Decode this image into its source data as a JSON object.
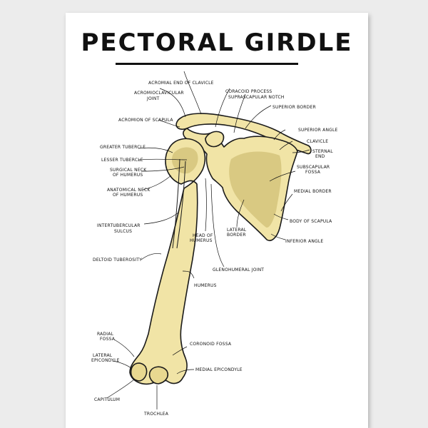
{
  "title": "Pectoral Girdle",
  "colors": {
    "bone": "#f1e4a6",
    "bone_shade": "#d9c982",
    "outline": "#1a1a1a",
    "poster_bg": "#ffffff",
    "wall": "#ececec"
  },
  "labels": {
    "acromial_end": "Acromial end of clavicle",
    "coracoid_process": "Coracoid process",
    "suprascapular_notch": "Suprascapular notch",
    "acromioclavicular_joint_1": "Acromioclavicular",
    "acromioclavicular_joint_2": "Joint",
    "superior_border": "Superior border",
    "acromion": "Acromion of scapula",
    "superior_angle": "Superior angle",
    "clavicle": "Clavicle",
    "sternal_end_1": "Sternal",
    "sternal_end_2": "end",
    "greater_tubercle": "Greater tubercle",
    "lesser_tubercle": "Lesser tubercle",
    "surgical_neck_1": "Surgical neck",
    "surgical_neck_2": "of humerus",
    "subscapular_fossa_1": "Subscapular",
    "subscapular_fossa_2": "fossa",
    "anatomical_neck_1": "Anatomical neck",
    "anatomical_neck_2": "of humerus",
    "medial_border": "Medial border",
    "body_of_scapula": "Body of scapula",
    "intertubercular_1": "Intertubercular",
    "intertubercular_2": "sulcus",
    "lateral_border_1": "Lateral",
    "lateral_border_2": "border",
    "head_of_humerus_1": "Head of",
    "head_of_humerus_2": "humerus",
    "inferior_angle": "Inferior angle",
    "deltoid_tuberosity": "Deltoid tuberosity",
    "glenohumeral_joint": "Glenohumeral joint",
    "humerus": "Humerus",
    "radial_fossa_1": "Radial",
    "radial_fossa_2": "fossa",
    "coronoid_fossa": "Coronoid fossa",
    "lateral_epicondyle_1": "Lateral",
    "lateral_epicondyle_2": "epicondyle",
    "medial_epicondyle": "Medial epicondyle",
    "capitulum": "Capitulum",
    "trochlea": "Trochlea"
  }
}
